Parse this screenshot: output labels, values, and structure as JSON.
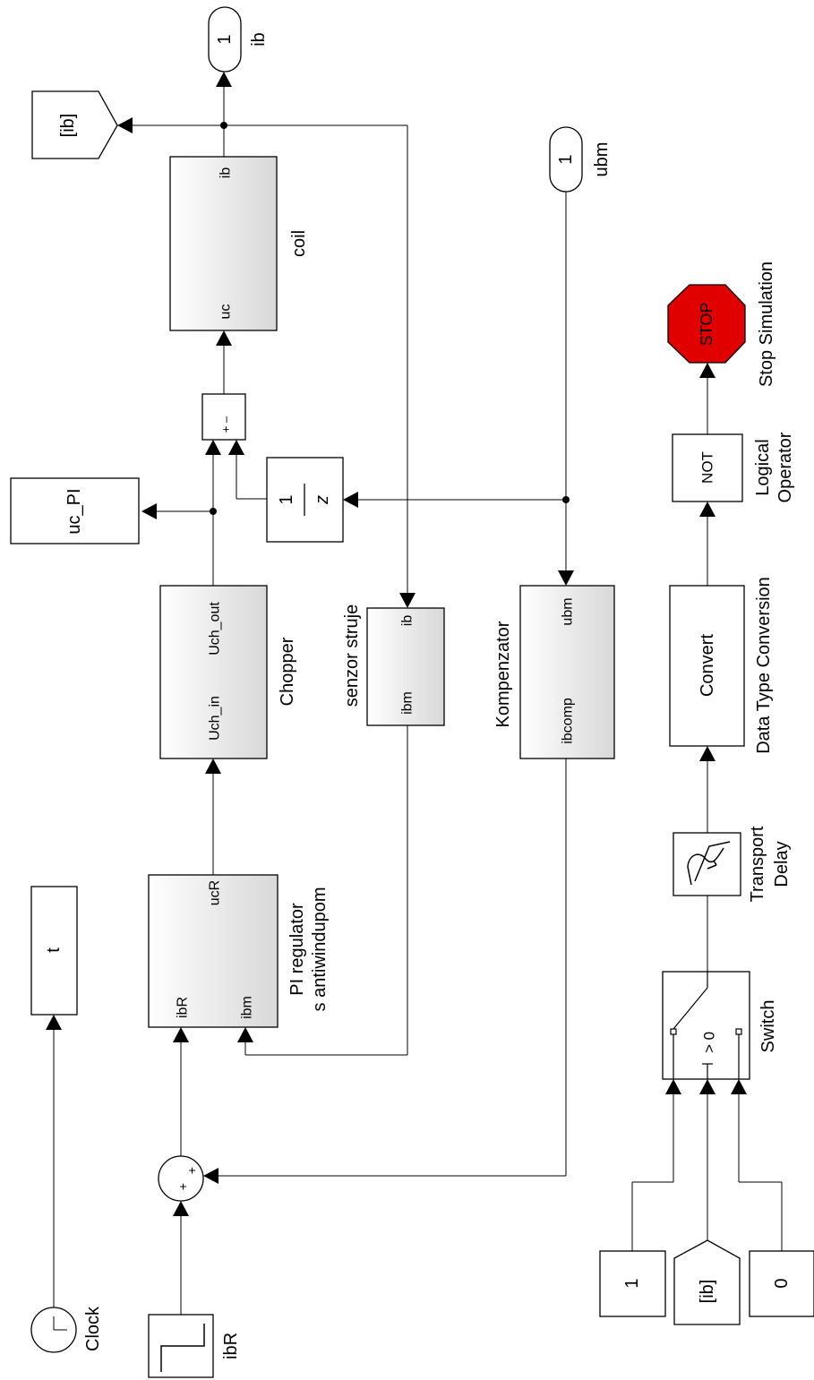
{
  "blocks": {
    "out_ib": {
      "value": "1",
      "name": "ib"
    },
    "goto_ib": {
      "tag": "[ib]"
    },
    "coil": {
      "name": "coil",
      "in": "uc",
      "out": "ib"
    },
    "in_ubm": {
      "value": "1",
      "name": "ubm"
    },
    "stop": {
      "text": "STOP",
      "name": "Stop Simulation"
    },
    "sum_minus": {
      "signs": "+ –"
    },
    "uc_pi": {
      "name": "uc_PI"
    },
    "unit_delay": {
      "num": "1",
      "den": "z"
    },
    "logical": {
      "text": "NOT",
      "name_line1": "Logical",
      "name_line2": "Operator"
    },
    "chopper": {
      "name": "Chopper",
      "in": "Uch_in",
      "out": "Uch_out"
    },
    "senzor": {
      "name": "senzor struje",
      "in": "ibm",
      "out": "ib"
    },
    "kompenzator": {
      "name": "Kompenzator",
      "in": "ibcomp",
      "out": "ubm"
    },
    "convert": {
      "text": "Convert",
      "name": "Data Type Conversion"
    },
    "tdelay": {
      "name_line1": "Transport",
      "name_line2": "Delay"
    },
    "t_display": {
      "text": "t"
    },
    "pi": {
      "name_line1": "PI regulator",
      "name_line2": "s antiwindupom",
      "in1": "ibR",
      "in2": "ibm",
      "out": "ucR"
    },
    "switch": {
      "cond": "> 0",
      "name": "Switch"
    },
    "sum_plus": {
      "s1": "+",
      "s2": "+"
    },
    "clock": {
      "name": "Clock"
    },
    "step": {
      "name": "ibR"
    },
    "const1": {
      "value": "1"
    },
    "from_ib": {
      "tag": "[ib]"
    },
    "const0": {
      "value": "0"
    }
  }
}
